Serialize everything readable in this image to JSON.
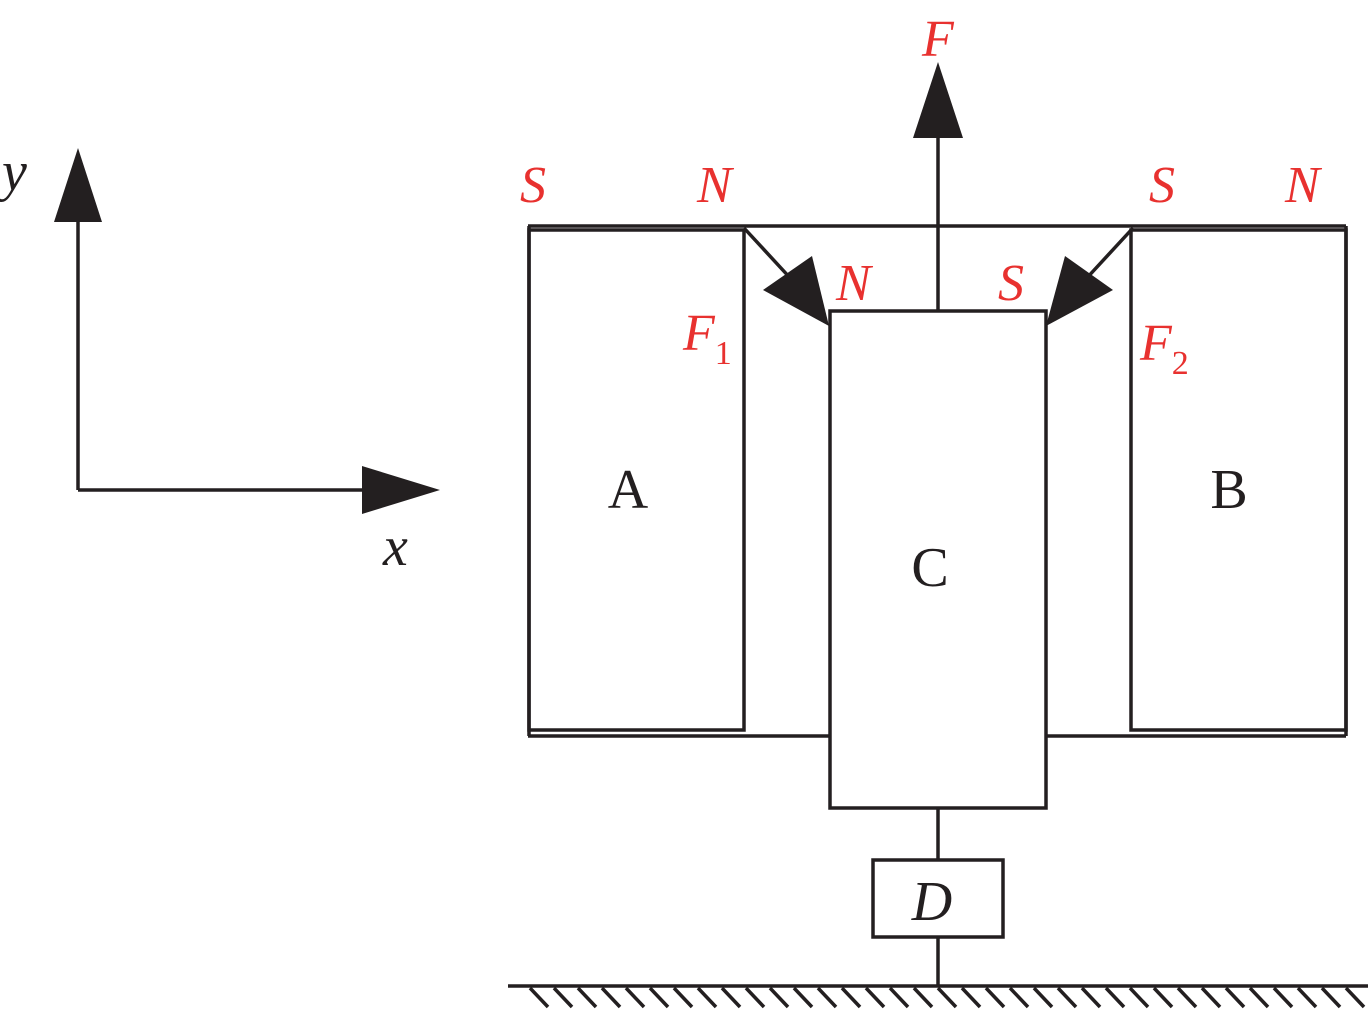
{
  "colors": {
    "label_red": "#e8312f",
    "line": "#231f20"
  },
  "axes": {
    "x_label": "x",
    "y_label": "y"
  },
  "force": {
    "main": "F",
    "f1_main": "F",
    "f1_sub": "1",
    "f2_main": "F",
    "f2_sub": "2"
  },
  "poles": {
    "a_left": "S",
    "a_right": "N",
    "b_left": "S",
    "b_right": "N",
    "c_left": "N",
    "c_right": "S"
  },
  "blocks": {
    "a": "A",
    "b": "B",
    "c": "C",
    "d": "D"
  }
}
